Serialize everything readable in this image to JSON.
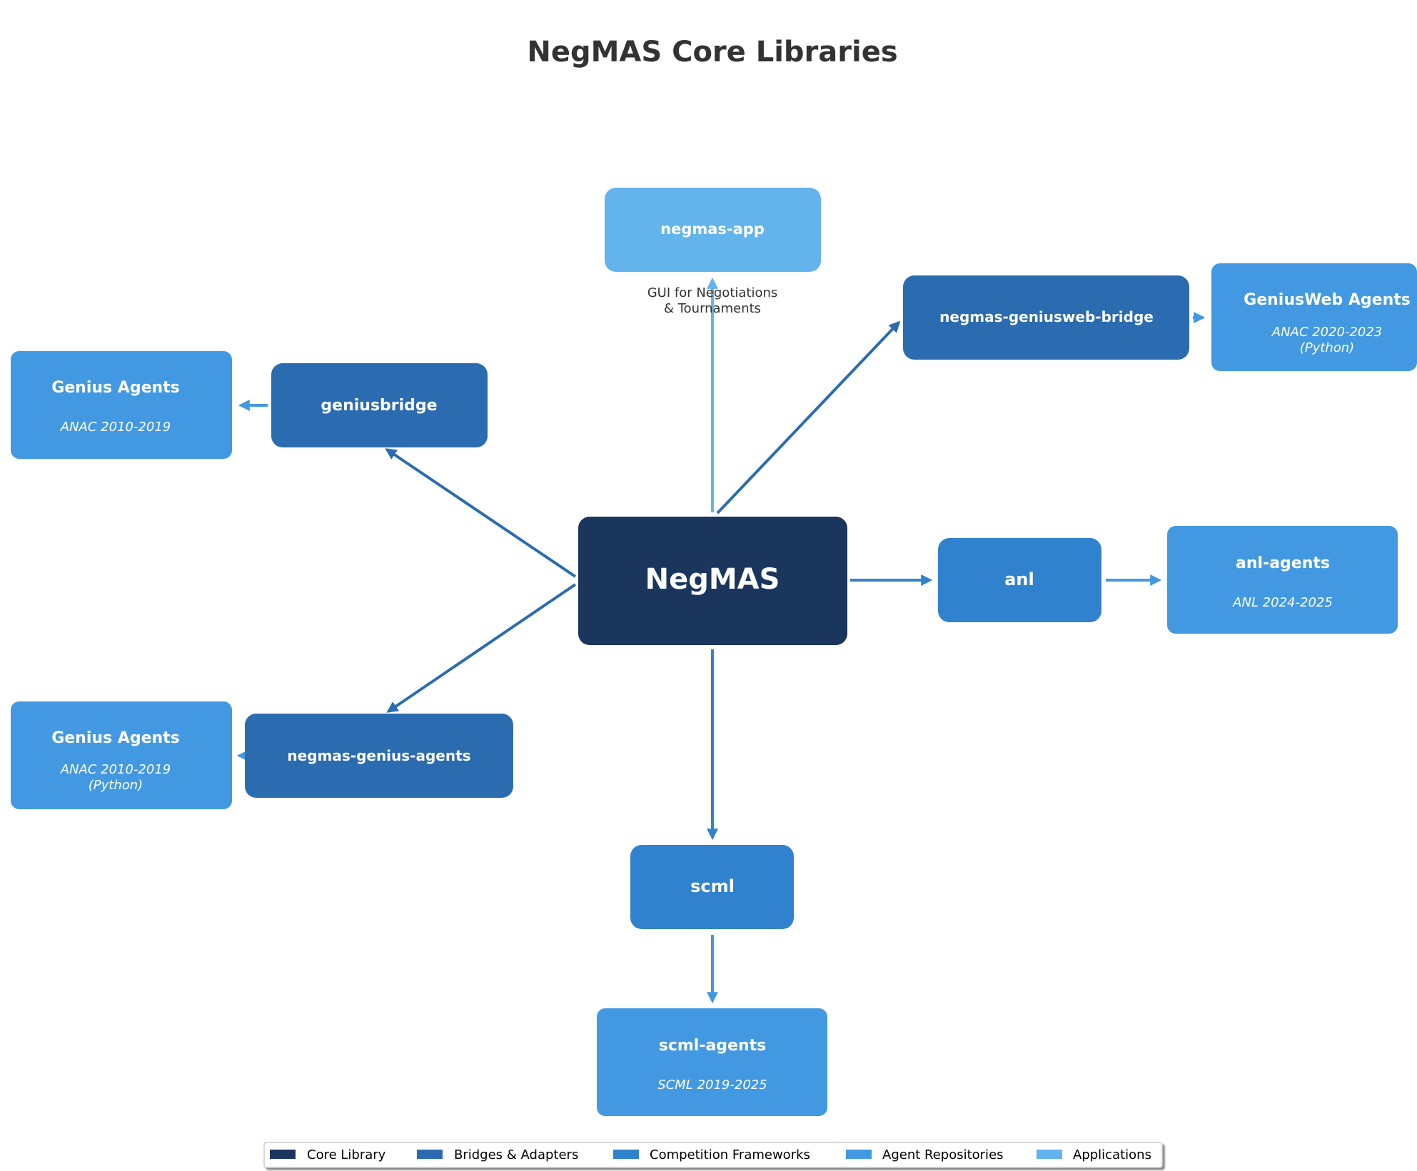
{
  "title": "NegMAS Core Libraries",
  "colors": {
    "core": "#1b365d",
    "bridge": "#2b6cb0",
    "framework": "#3182ce",
    "repository": "#4299e1",
    "application": "#63b3ed",
    "title_text": "#333333",
    "node_text": "#ffffff"
  },
  "nodes": {
    "negmas": {
      "label": "NegMAS",
      "category": "core"
    },
    "app": {
      "label": "negmas-app",
      "category": "application",
      "note_line1": "GUI for Negotiations",
      "note_line2": "& Tournaments"
    },
    "geniusweb_bridge": {
      "label": "negmas-geniusweb-bridge",
      "category": "bridge"
    },
    "geniusweb_agents": {
      "label": "GeniusWeb Agents",
      "sub1": "ANAC 2020-2023",
      "sub2": "(Python)",
      "category": "repository"
    },
    "geniusbridge": {
      "label": "geniusbridge",
      "category": "bridge"
    },
    "genius_agents": {
      "label": "Genius Agents",
      "sub1": "ANAC 2010-2019",
      "category": "repository"
    },
    "anl": {
      "label": "anl",
      "category": "framework"
    },
    "anl_agents": {
      "label": "anl-agents",
      "sub1": "ANL 2024-2025",
      "category": "repository"
    },
    "genius_agents_pkg": {
      "label": "negmas-genius-agents",
      "category": "bridge"
    },
    "genius_agents_py": {
      "label": "Genius Agents",
      "sub1": "ANAC 2010-2019",
      "sub2": "(Python)",
      "category": "repository"
    },
    "scml": {
      "label": "scml",
      "category": "framework"
    },
    "scml_agents": {
      "label": "scml-agents",
      "sub1": "SCML 2019-2025",
      "category": "repository"
    }
  },
  "edges": [
    {
      "from": "negmas",
      "to": "app"
    },
    {
      "from": "negmas",
      "to": "geniusweb_bridge"
    },
    {
      "from": "geniusweb_bridge",
      "to": "geniusweb_agents"
    },
    {
      "from": "negmas",
      "to": "geniusbridge"
    },
    {
      "from": "geniusbridge",
      "to": "genius_agents"
    },
    {
      "from": "negmas",
      "to": "anl"
    },
    {
      "from": "anl",
      "to": "anl_agents"
    },
    {
      "from": "negmas",
      "to": "genius_agents_pkg"
    },
    {
      "from": "genius_agents_pkg",
      "to": "genius_agents_py"
    },
    {
      "from": "negmas",
      "to": "scml"
    },
    {
      "from": "scml",
      "to": "scml_agents"
    }
  ],
  "legend": [
    {
      "label": "Core Library",
      "category": "core"
    },
    {
      "label": "Bridges & Adapters",
      "category": "bridge"
    },
    {
      "label": "Competition Frameworks",
      "category": "framework"
    },
    {
      "label": "Agent Repositories",
      "category": "repository"
    },
    {
      "label": "Applications",
      "category": "application"
    }
  ]
}
